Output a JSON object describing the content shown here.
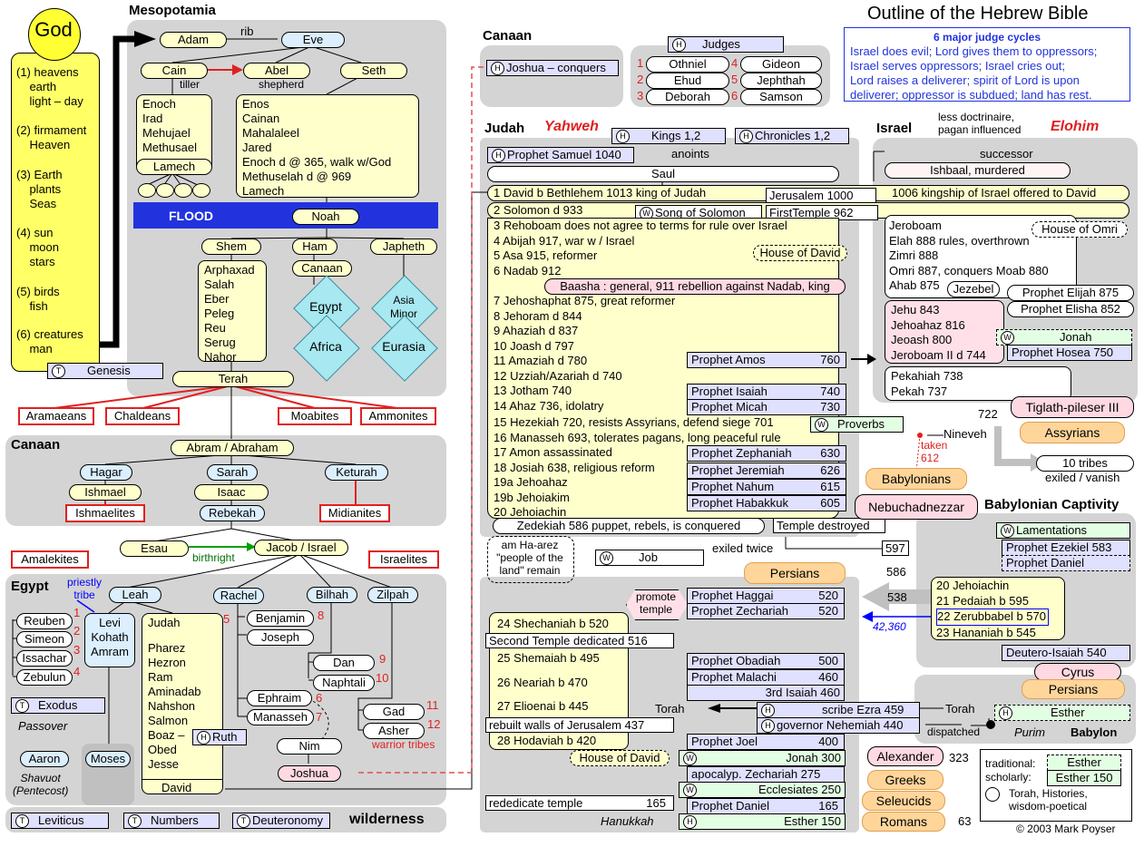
{
  "title": "Outline of the Hebrew Bible",
  "copyright": "© 2003 Mark Poyser",
  "creation": {
    "god": "God",
    "days": [
      "(1) heavens\n    earth\n    light – day",
      "(2) firmament\n    Heaven",
      "(3) Earth\n    plants\n    Seas",
      "(4) sun\n    moon\n    stars",
      "(5) birds\n    fish",
      "(6) creatures\n    man"
    ],
    "genesis": "Genesis"
  },
  "mesopotamia": {
    "header": "Mesopotamia",
    "adam": "Adam",
    "rib": "rib",
    "eve": "Eve",
    "cain": "Cain",
    "abel": "Abel",
    "seth": "Seth",
    "tiller": "tiller",
    "shepherd": "shepherd",
    "cain_line": [
      "Enoch",
      "Irad",
      "Mehujael",
      "Methusael"
    ],
    "lamech": "Lamech",
    "seth_line": [
      "Enos",
      "Cainan",
      "Mahalaleel",
      "Jared",
      "Enoch d @ 365, walk w/God",
      "Methuselah d @ 969",
      "Lamech"
    ],
    "flood": "FLOOD",
    "noah": "Noah",
    "shem": "Shem",
    "ham": "Ham",
    "japheth": "Japheth",
    "shem_line": [
      "Arphaxad",
      "Salah",
      "Eber",
      "Peleg",
      "Reu",
      "Serug",
      "Nahor"
    ],
    "canaan": "Canaan",
    "egypt": "Egypt",
    "africa": "Africa",
    "asia_minor": "Asia\nMinor",
    "eurasia": "Eurasia",
    "terah": "Terah",
    "peoples": [
      "Aramaeans",
      "Chaldeans",
      "Moabites",
      "Ammonites"
    ]
  },
  "canaan_patriarchs": {
    "header": "Canaan",
    "abram": "Abram / Abraham",
    "hagar": "Hagar",
    "sarah": "Sarah",
    "keturah": "Keturah",
    "ishmael": "Ishmael",
    "isaac": "Isaac",
    "rebekah": "Rebekah",
    "ishmaelites": "Ishmaelites",
    "midianites": "Midianites",
    "esau": "Esau",
    "jacob": "Jacob / Israel",
    "birthright": "birthright",
    "amalekites": "Amalekites",
    "israelites": "Israelites"
  },
  "egypt": {
    "header": "Egypt",
    "priestly": "priestly\ntribe",
    "leah": "Leah",
    "rachel": "Rachel",
    "bilhah": "Bilhah",
    "zilpah": "Zilpah",
    "leah_sons": [
      "Reuben",
      "Simeon",
      "Issachar",
      "Zebulun"
    ],
    "leah_nums": [
      "1",
      "3",
      "2",
      "4"
    ],
    "levi_box": [
      "Levi",
      "Kohath",
      "Amram"
    ],
    "judah": "Judah",
    "judah_num": "5",
    "judah_line": [
      "Pharez",
      "Hezron",
      "Ram",
      "Aminadab",
      "Nahshon",
      "Salmon",
      "Boaz –",
      "Obed",
      "Jesse"
    ],
    "ruth": "Ruth",
    "david": "David",
    "benjamin": "Benjamin",
    "benjamin_num": "8",
    "joseph": "Joseph",
    "ephraim": "Ephraim",
    "ephraim_num": "6",
    "manasseh": "Manasseh",
    "manasseh_num": "7",
    "dan": "Dan",
    "dan_num": "9",
    "naphtali": "Naphtali",
    "naphtali_num": "10",
    "gad": "Gad",
    "gad_num": "11",
    "asher": "Asher",
    "asher_num": "12",
    "warrior": "warrior tribes",
    "nim": "Nim",
    "joshua": "Joshua",
    "exodus": "Exodus",
    "passover": "Passover",
    "aaron": "Aaron",
    "moses": "Moses",
    "shavuot": "Shavuot\n(Pentecost)",
    "leviticus": "Leviticus",
    "numbers": "Numbers",
    "deuteronomy": "Deuteronomy",
    "wilderness": "wilderness"
  },
  "canaan_conquest": {
    "header": "Canaan",
    "joshua": "Joshua – conquers",
    "judges": "Judges",
    "judges_list": [
      {
        "n": "1",
        "name": "Othniel"
      },
      {
        "n": "4",
        "name": "Gideon"
      },
      {
        "n": "2",
        "name": "Ehud"
      },
      {
        "n": "5",
        "name": "Jephthah"
      },
      {
        "n": "3",
        "name": "Deborah"
      },
      {
        "n": "6",
        "name": "Samson"
      }
    ],
    "cycles_title": "6 major judge cycles",
    "cycles_text": [
      "Israel does evil; Lord gives them to oppressors;",
      "Israel serves oppressors; Israel cries out;",
      "Lord raises a deliverer; spirit of Lord is upon",
      "deliverer; oppressor is subdued; land has rest."
    ]
  },
  "judah": {
    "header": "Judah",
    "yahweh": "Yahweh",
    "kings": "Kings 1,2",
    "chronicles": "Chronicles 1,2",
    "samuel": "Prophet Samuel 1040",
    "anoints": "anoints",
    "saul": "Saul",
    "david": "1 David   b Bethlehem     1013 king of Judah",
    "jerusalem": "Jerusalem 1000",
    "kingship": "1006 kingship of Israel offered to David",
    "solomon": "2 Solomon d 933",
    "song": "Song of Solomon",
    "temple1": "FirstTemple 962",
    "kings_list": [
      "3 Rehoboam does not agree to terms for rule over Israel",
      "4 Abijah 917, war w / Israel",
      "5 Asa 915, reformer",
      "6 Nadab 912"
    ],
    "house_david": "House of David",
    "baasha": "Baasha : general, 911 rebellion against Nadab, king",
    "kings_list2": [
      "7 Jehoshaphat 875, great reformer",
      "8 Jehoram d 844",
      "9 Ahaziah d 837",
      "10 Joash d 797",
      "11 Amaziah d 780",
      "12 Uzziah/Azariah d 740",
      "13 Jotham 740",
      "14 Ahaz 736, idolatry"
    ],
    "kings_list3": [
      "15 Hezekiah 720, resists Assyrians, defend siege 701",
      "16 Manasseh 693, tolerates pagans, long peaceful rule",
      "17 Amon assassinated",
      "18 Josiah 638, religious reform",
      "19a Jehoahaz",
      "19b Jehoiakim",
      "20 Jehoiachin"
    ],
    "prophets": [
      "Prophet Amos",
      "Prophet Isaiah",
      "Prophet Micah",
      "Prophet Zephaniah",
      "Prophet Jeremiah",
      "Prophet Nahum",
      "Prophet Habakkuk"
    ],
    "prophet_years": [
      "760",
      "740",
      "730",
      "630",
      "626",
      "615",
      "605"
    ],
    "proverbs": "Proverbs",
    "zedekiah": "Zedekiah 586  puppet, rebels, is conquered",
    "temple_destroyed": "Temple destroyed",
    "am_haarez": "am Ha-arez\n\"people of the\nland\" remain",
    "job": "Job",
    "exiled": "exiled twice",
    "y597": "597",
    "y586": "586"
  },
  "israel": {
    "header": "Israel",
    "elohim": "Elohim",
    "note": "less doctrinaire,\npagan influenced",
    "successor": "successor",
    "ishbaal": "Ishbaal, murdered",
    "jeroboam": "Jeroboam",
    "house_omri": "House of Omri",
    "omri_list": [
      "Elah 888 rules, overthrown",
      "Zimri 888",
      "Omri 887, conquers Moab 880",
      "Ahab 875"
    ],
    "jezebel": "Jezebel",
    "elijah": "Prophet Elijah 875",
    "elisha": "Prophet Elisha 852",
    "jehu_list": [
      "Jehu 843",
      "Jehoahaz 816",
      "Jeoash 800",
      "Jeroboam II d 744"
    ],
    "jonah": "Jonah",
    "hosea": "Prophet Hosea 750",
    "pekah_list": [
      "Pekahiah 738",
      "Pekah 737"
    ],
    "tiglath": "Tiglath-pileser III",
    "y722": "722",
    "assyrians": "Assyrians",
    "nineveh": "Nineveh",
    "taken": "taken\n612",
    "tribes10": "10 tribes",
    "vanish": "exiled / vanish",
    "babylonians": "Babylonians",
    "nebuchadnezzar": "Nebuchadnezzar"
  },
  "captivity": {
    "header": "Babylonian Captivity",
    "lamentations": "Lamentations",
    "ezekiel": "Prophet Ezekiel 583",
    "daniel": "Prophet Daniel",
    "kings": [
      "20 Jehoiachin",
      "21 Pedaiah b 595",
      "22 Zerubbabel b 570",
      "23 Hananiah b 545"
    ],
    "deutero": "Deutero-Isaiah  540",
    "y538": "538",
    "y42360": "42,360",
    "cyrus": "Cyrus",
    "persians": "Persians",
    "esther": "Esther",
    "purim": "Purim",
    "babylon": "Babylon",
    "dispatched": "dispatched",
    "torah": "Torah"
  },
  "return": {
    "persians": "Persians",
    "promote": "promote\ntemple",
    "haggai": "Prophet Haggai",
    "haggai_y": "520",
    "zechariah": "Prophet Zechariah",
    "zechariah_y": "520",
    "shechaniah": "24 Shechaniah b 520",
    "second_temple": "Second Temple dedicated 516",
    "shemaiah": "25 Shemaiah b 495",
    "neariah": "26 Neariah b 470",
    "elioenai": "27 Elioenai b 445",
    "hodaviah": "28 Hodaviah b 420",
    "obadiah": "Prophet Obadiah",
    "obadiah_y": "500",
    "malachi": "Prophet Malachi",
    "malachi_y": "460",
    "isaiah3": "3rd Isaiah 460",
    "torah": "Torah",
    "ezra": "scribe Ezra 459",
    "walls": "rebuilt walls of Jerusalem 437",
    "nehemiah": "governor Nehemiah  440",
    "joel": "Prophet Joel",
    "joel_y": "400",
    "house_david": "House of David",
    "jonah300": "Jonah 300",
    "zech275": "apocalyp.  Zechariah 275",
    "eccl": "Ecclesiates 250",
    "daniel165": "Prophet Daniel",
    "daniel165_y": "165",
    "esther150": "Esther 150",
    "rededicate": "rededicate temple",
    "rededicate_y": "165",
    "hanukkah": "Hanukkah",
    "alexander": "Alexander",
    "y323": "323",
    "greeks": "Greeks",
    "seleucids": "Seleucids",
    "romans": "Romans",
    "y63": "63"
  },
  "legend": {
    "traditional": "traditional:",
    "scholarly": "scholarly:",
    "esther_trad": "Esther",
    "esther_sch": "Esther 150",
    "key": "Torah, Histories,\nwisdom-poetical"
  }
}
